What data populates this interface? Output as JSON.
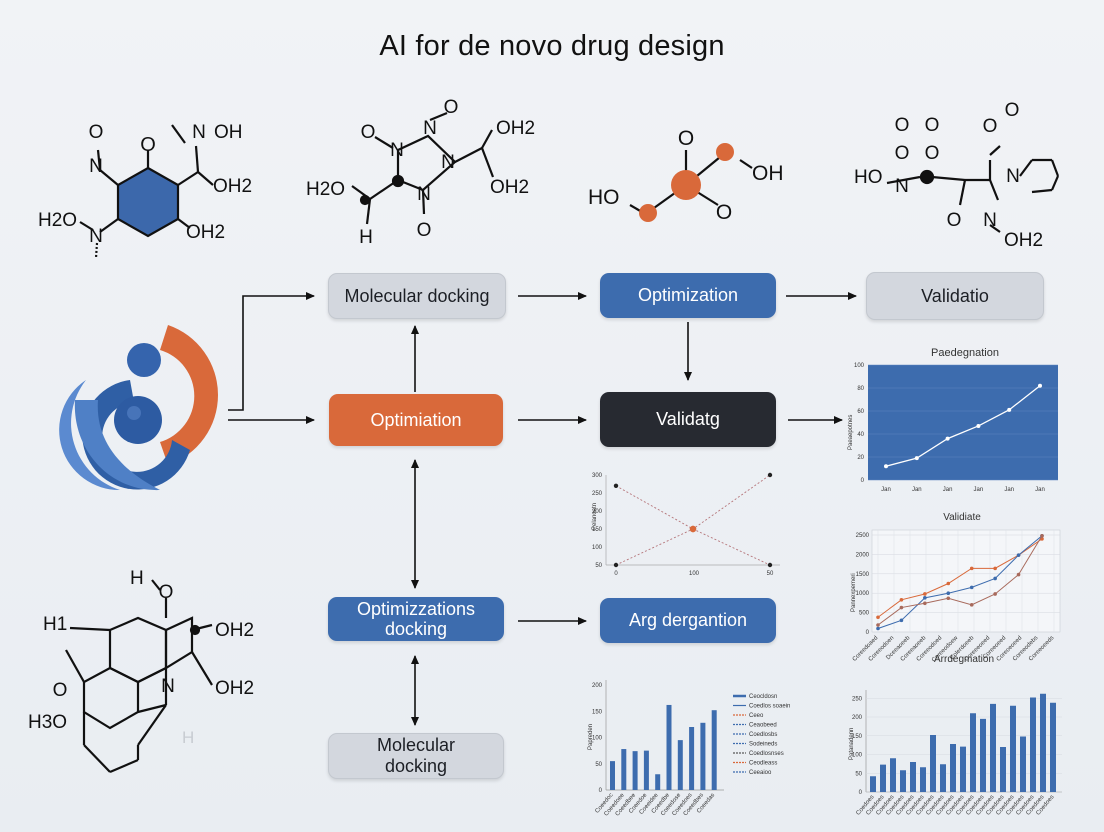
{
  "title": "AI for de novo drug design",
  "molecules": {
    "m1": {
      "labels": [
        "O",
        "N",
        "O",
        "N",
        "OH",
        "OH2",
        "H2O",
        "N",
        "OH2"
      ]
    },
    "m2": {
      "labels": [
        "O",
        "O",
        "N",
        "N",
        "OH2",
        "H2O",
        "N",
        "OH2",
        "N",
        "O",
        "H"
      ]
    },
    "m3": {
      "labels": [
        "O",
        "HO",
        "OH",
        "O"
      ]
    },
    "m4": {
      "labels": [
        "O",
        "O",
        "O",
        "O",
        "O",
        "O",
        "HO",
        "N",
        "N",
        "O",
        "N",
        "OH2"
      ]
    },
    "m5": {
      "labels": [
        "H",
        "O",
        "H1",
        "OH2",
        "O",
        "N",
        "OH2",
        "H3O",
        "H"
      ]
    }
  },
  "boxes": {
    "molecular_docking_top": "Molecular docking",
    "optimization_top": "Optimization",
    "validatio": "Validatio",
    "optimiation": "Optimiation",
    "validatg": "Validatg",
    "optimizzations_docking": "Optimizzations docking",
    "arg_dergantion": "Arg dergantion",
    "molecular_docking_bottom": "Molecular docking"
  },
  "colors": {
    "blue": "#3d6cae",
    "orange": "#d9693a",
    "dark": "#272a31",
    "grey": "#d3d7de",
    "logo_orange": "#d9693a",
    "logo_blue": "#2f5fa5"
  },
  "chart_data": [
    {
      "type": "line",
      "title": "Paedegnation",
      "categories": [
        "Jan",
        "Jan",
        "Jan",
        "Jan",
        "Jan",
        "Jan"
      ],
      "y_ticks": [
        "100",
        "80",
        "60",
        "40",
        "20",
        "0"
      ],
      "values": [
        12,
        19,
        36,
        47,
        61,
        82
      ],
      "ylim": [
        0,
        100
      ],
      "background": "#3d6cae"
    },
    {
      "type": "scatter",
      "title": "",
      "x_ticks": [
        "0",
        "100",
        "50"
      ],
      "y_ticks": [
        "300",
        "250",
        "200",
        "150",
        "100",
        "50"
      ],
      "series": [
        {
          "values": [
            [
              0,
              270
            ],
            [
              50,
              150
            ],
            [
              100,
              50
            ]
          ]
        },
        {
          "values": [
            [
              0,
              50
            ],
            [
              50,
              150
            ],
            [
              100,
              300
            ]
          ]
        }
      ],
      "ylim": [
        50,
        300
      ]
    },
    {
      "type": "line",
      "title": "Validiate",
      "xlabel": "Arrdegmation",
      "y_ticks": [
        "2500",
        "2000",
        "1500",
        "1000",
        "500",
        "0"
      ],
      "series": [
        {
          "color": "#d9693a",
          "values": [
            380,
            830,
            980,
            1250,
            1640,
            1640,
            1980,
            2400
          ]
        },
        {
          "color": "#3d6cae",
          "values": [
            90,
            300,
            880,
            1000,
            1150,
            1380,
            1980,
            2480
          ]
        },
        {
          "color": "#a86a5c",
          "values": [
            180,
            630,
            740,
            870,
            700,
            980,
            1480,
            2480
          ]
        }
      ],
      "ylim": [
        0,
        2500
      ]
    },
    {
      "type": "bar",
      "title": "",
      "y_ticks": [
        "200",
        "150",
        "100",
        "50",
        "0"
      ],
      "values": [
        55,
        78,
        74,
        75,
        30,
        162,
        95,
        120,
        128,
        152
      ],
      "legend": [
        "Ceocldosn",
        "Coedlos soaein",
        "Ceeo",
        "Ceaobeed",
        "Coedlosbs",
        "Sodeineds",
        "Coedlosnses",
        "Ceodleass",
        "Ceeaioo"
      ],
      "ylim": [
        0,
        200
      ]
    },
    {
      "type": "bar",
      "title": "",
      "y_ticks": [
        "250",
        "200",
        "150",
        "100",
        "50",
        "0"
      ],
      "values": [
        42,
        73,
        90,
        58,
        80,
        66,
        152,
        74,
        128,
        121,
        210,
        195,
        235,
        120,
        230,
        148,
        252,
        262,
        238
      ],
      "ylim": [
        0,
        280
      ]
    }
  ]
}
